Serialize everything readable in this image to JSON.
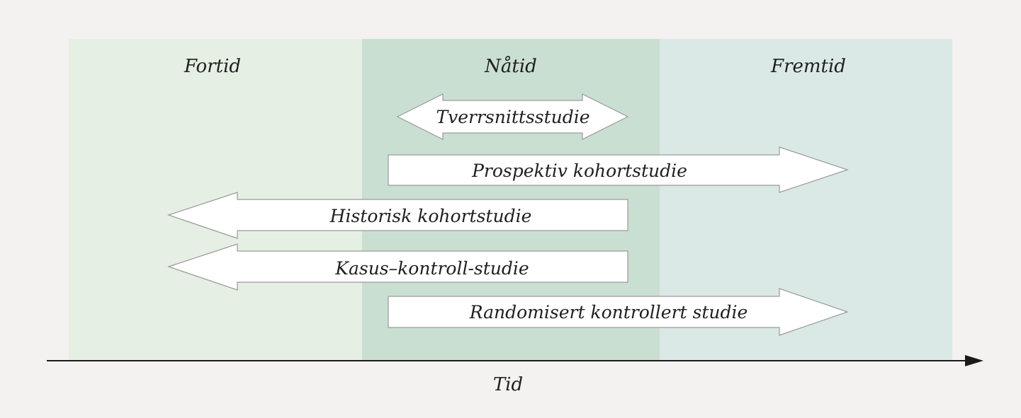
{
  "periods": [
    {
      "label": "Fortid",
      "color": "#e6efe3"
    },
    {
      "label": "Nåtid",
      "color": "#c9dfd2"
    },
    {
      "label": "Fremtid",
      "color": "#dae9e5"
    }
  ],
  "arrows": [
    {
      "label": "Tverrsnittsstudie",
      "direction": "both"
    },
    {
      "label": "Prospektiv kohortstudie",
      "direction": "right"
    },
    {
      "label": "Historisk kohortstudie",
      "direction": "left"
    },
    {
      "label": "Kasus–kontroll-studie",
      "direction": "left"
    },
    {
      "label": "Randomisert kontrollert studie",
      "direction": "right"
    }
  ],
  "axis": {
    "label": "Tid"
  },
  "colors": {
    "background": "#f3f2f0",
    "arrow_fill": "#ffffff",
    "arrow_stroke": "#9a9a9a",
    "axis": "#1a1a1a"
  }
}
